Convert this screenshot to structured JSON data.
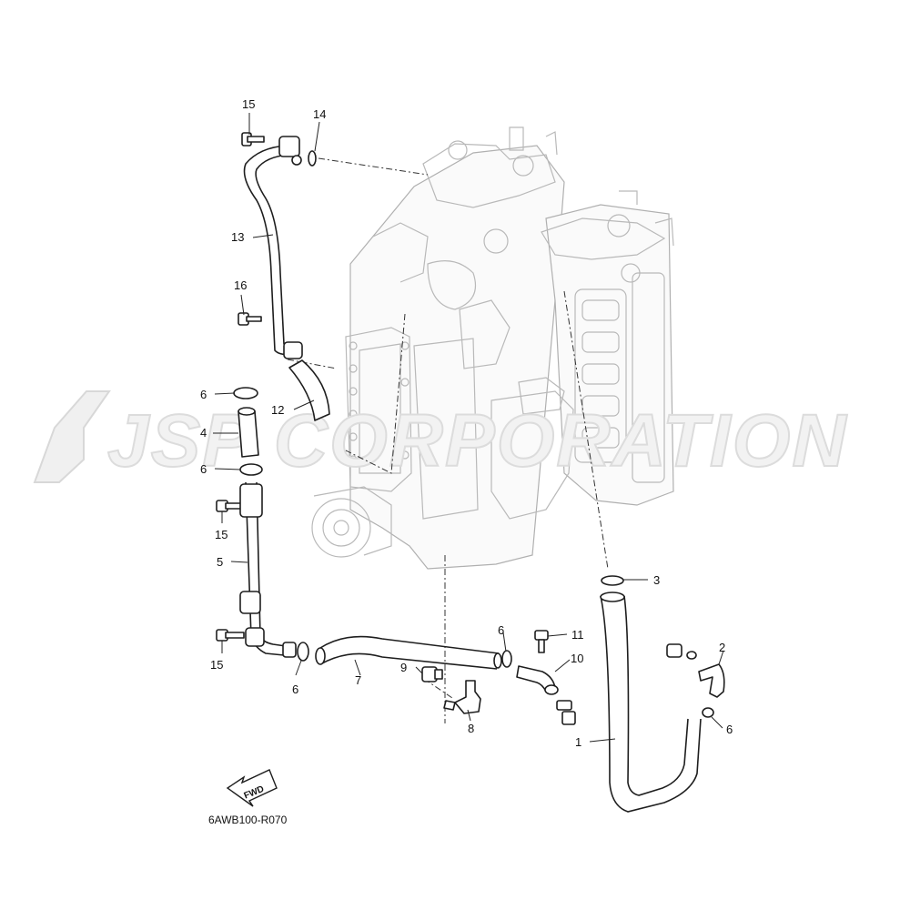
{
  "watermark": "JSP CORPORATION",
  "part_code": "6AWB100-R070",
  "fwd_label": "FWD",
  "callouts": {
    "c1": "1",
    "c2": "2",
    "c3": "3",
    "c4": "4",
    "c5": "5",
    "c6a": "6",
    "c6b": "6",
    "c6c": "6",
    "c6d": "6",
    "c6e": "6",
    "c7": "7",
    "c8": "8",
    "c9": "9",
    "c10": "10",
    "c11": "11",
    "c12": "12",
    "c13": "13",
    "c14": "14",
    "c15a": "15",
    "c15b": "15",
    "c15c": "15",
    "c16": "16"
  }
}
